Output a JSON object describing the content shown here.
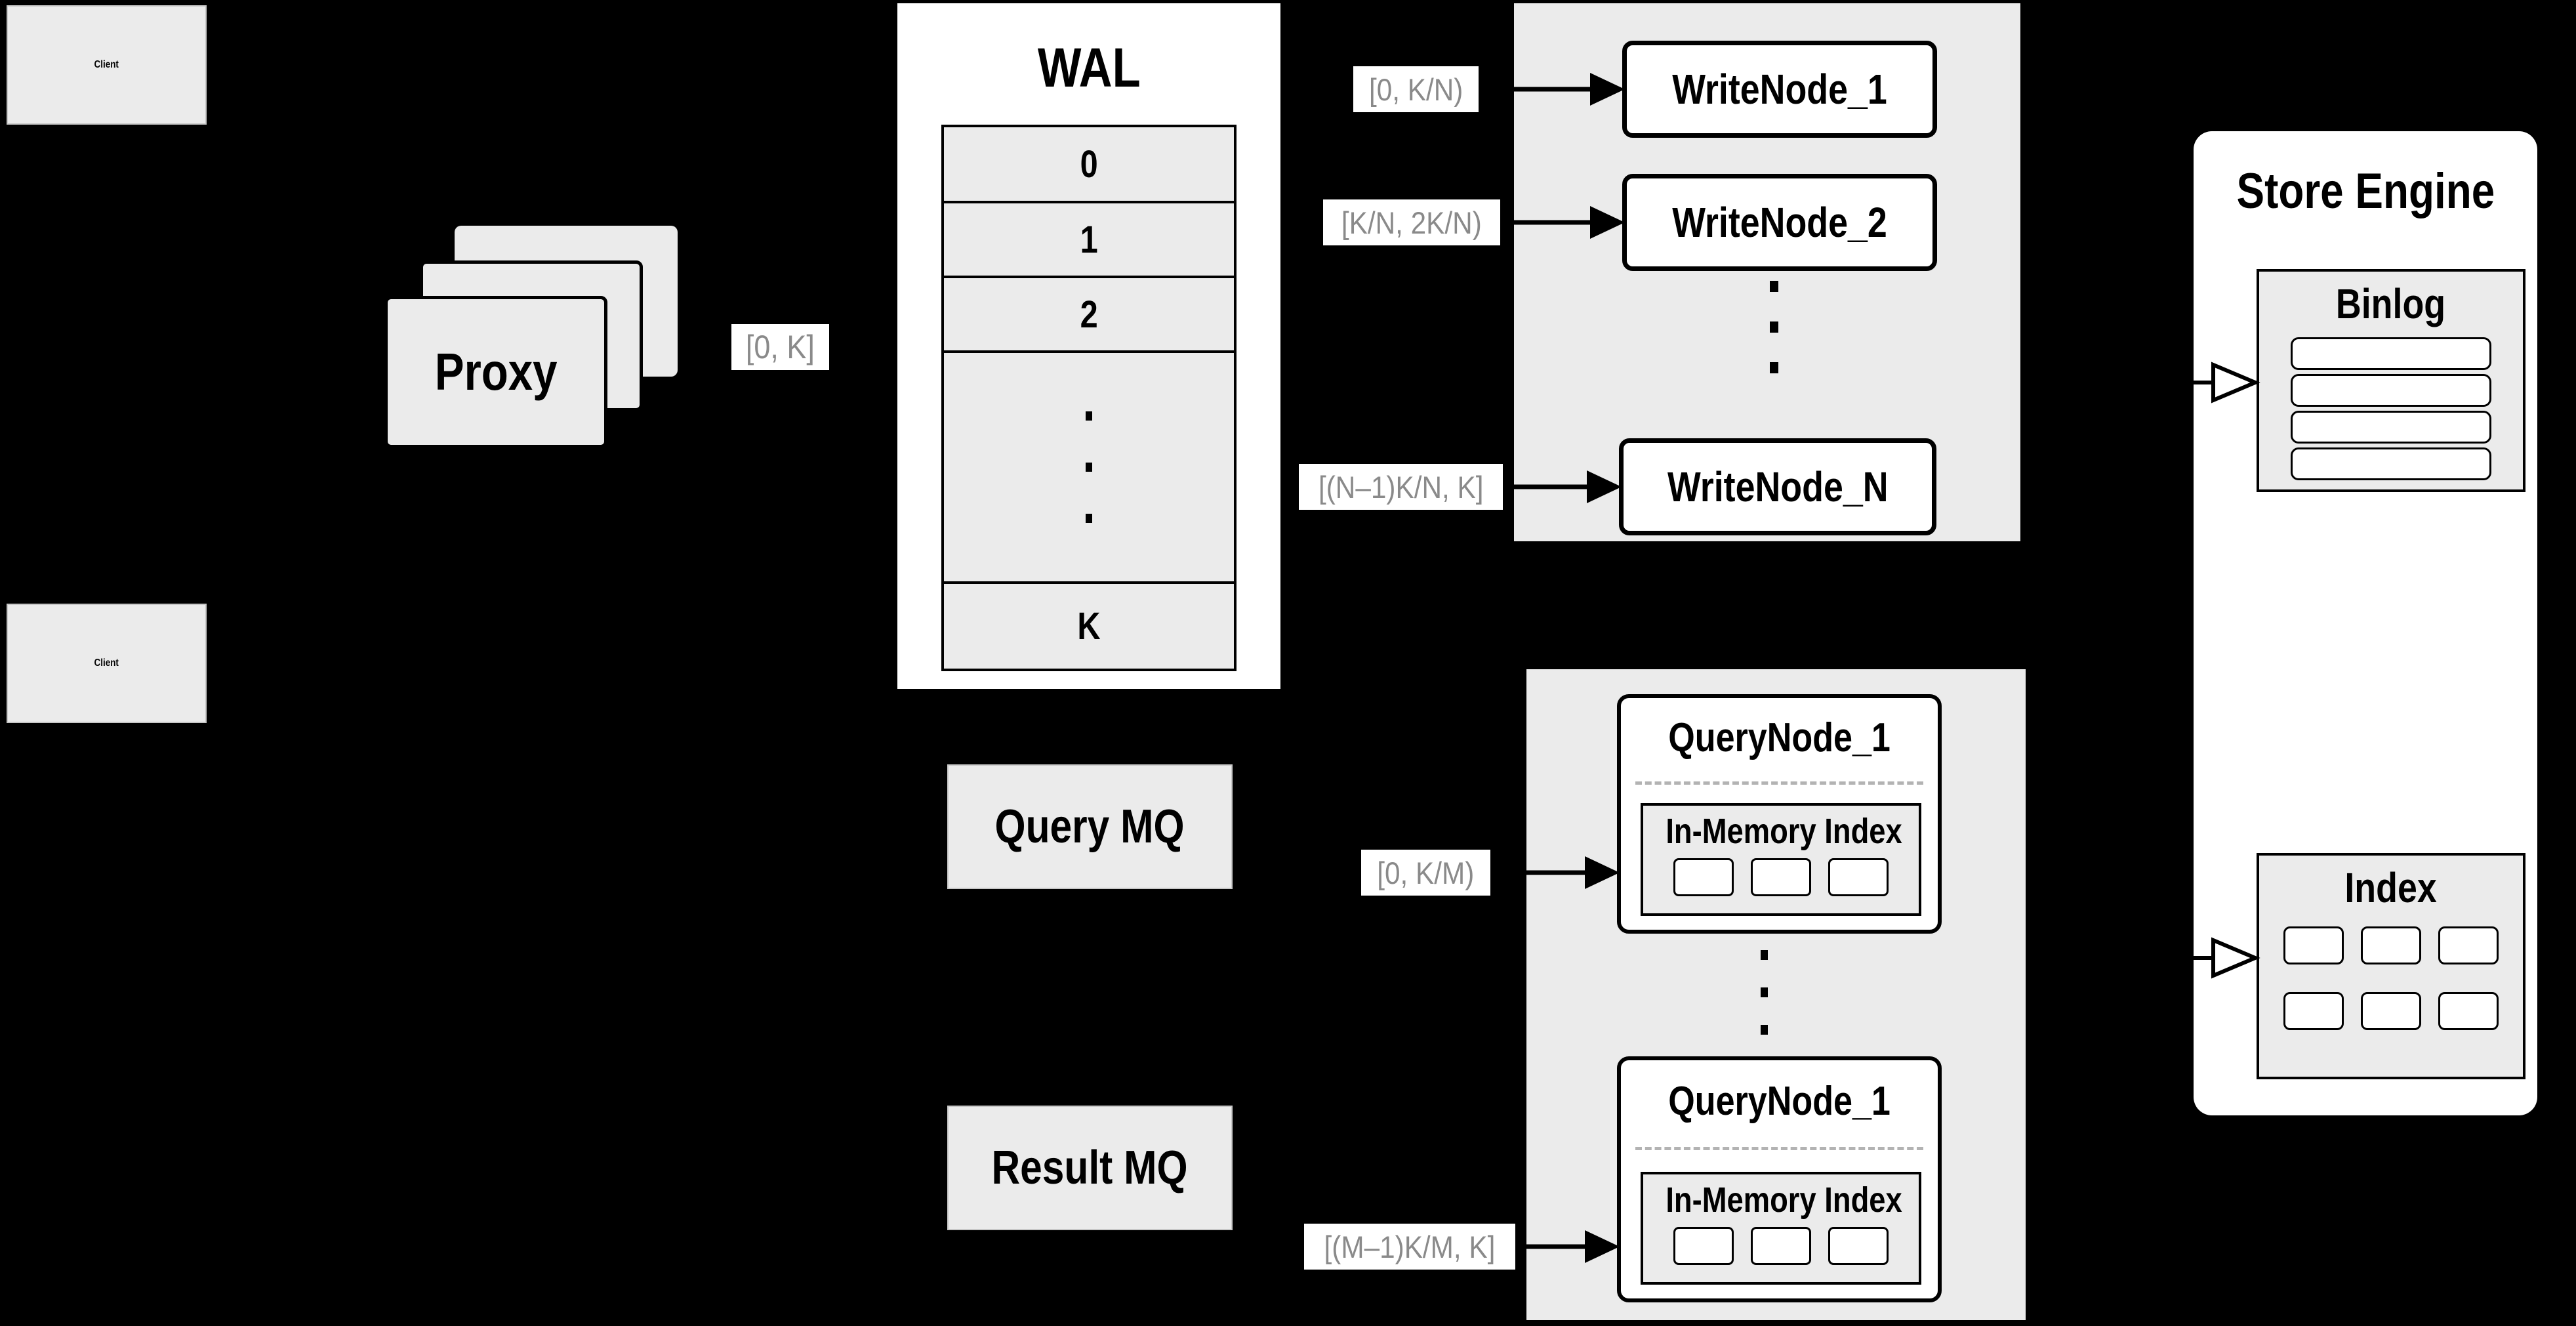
{
  "palette": {
    "background": "#000000",
    "panel_gray": "#ebebeb",
    "panel_white": "#ffffff",
    "stroke": "#000000",
    "range_text": "#8a8a8a"
  },
  "clients": {
    "top_label": "Client",
    "bottom_label": "Client"
  },
  "proxy": {
    "label": "Proxy",
    "out_range": "[0, K]"
  },
  "wal": {
    "title": "WAL",
    "rows": [
      "0",
      "1",
      "2"
    ],
    "tail_row": "K"
  },
  "write_group": {
    "nodes": [
      {
        "label": "WriteNode_1",
        "range": "[0, K/N)"
      },
      {
        "label": "WriteNode_2",
        "range": "[K/N, 2K/N)"
      },
      {
        "label": "WriteNode_N",
        "range": "[(N–1)K/N, K]"
      }
    ]
  },
  "mq": {
    "query_label": "Query MQ",
    "result_label": "Result MQ"
  },
  "query_group": {
    "nodes": [
      {
        "title": "QueryNode_1",
        "memory_index_label": "In-Memory Index",
        "range": "[0, K/M)"
      },
      {
        "title": "QueryNode_1",
        "memory_index_label": "In-Memory Index",
        "range": "[(M–1)K/M, K]"
      }
    ]
  },
  "store_engine": {
    "title": "Store Engine",
    "binlog_label": "Binlog",
    "index_label": "Index"
  }
}
